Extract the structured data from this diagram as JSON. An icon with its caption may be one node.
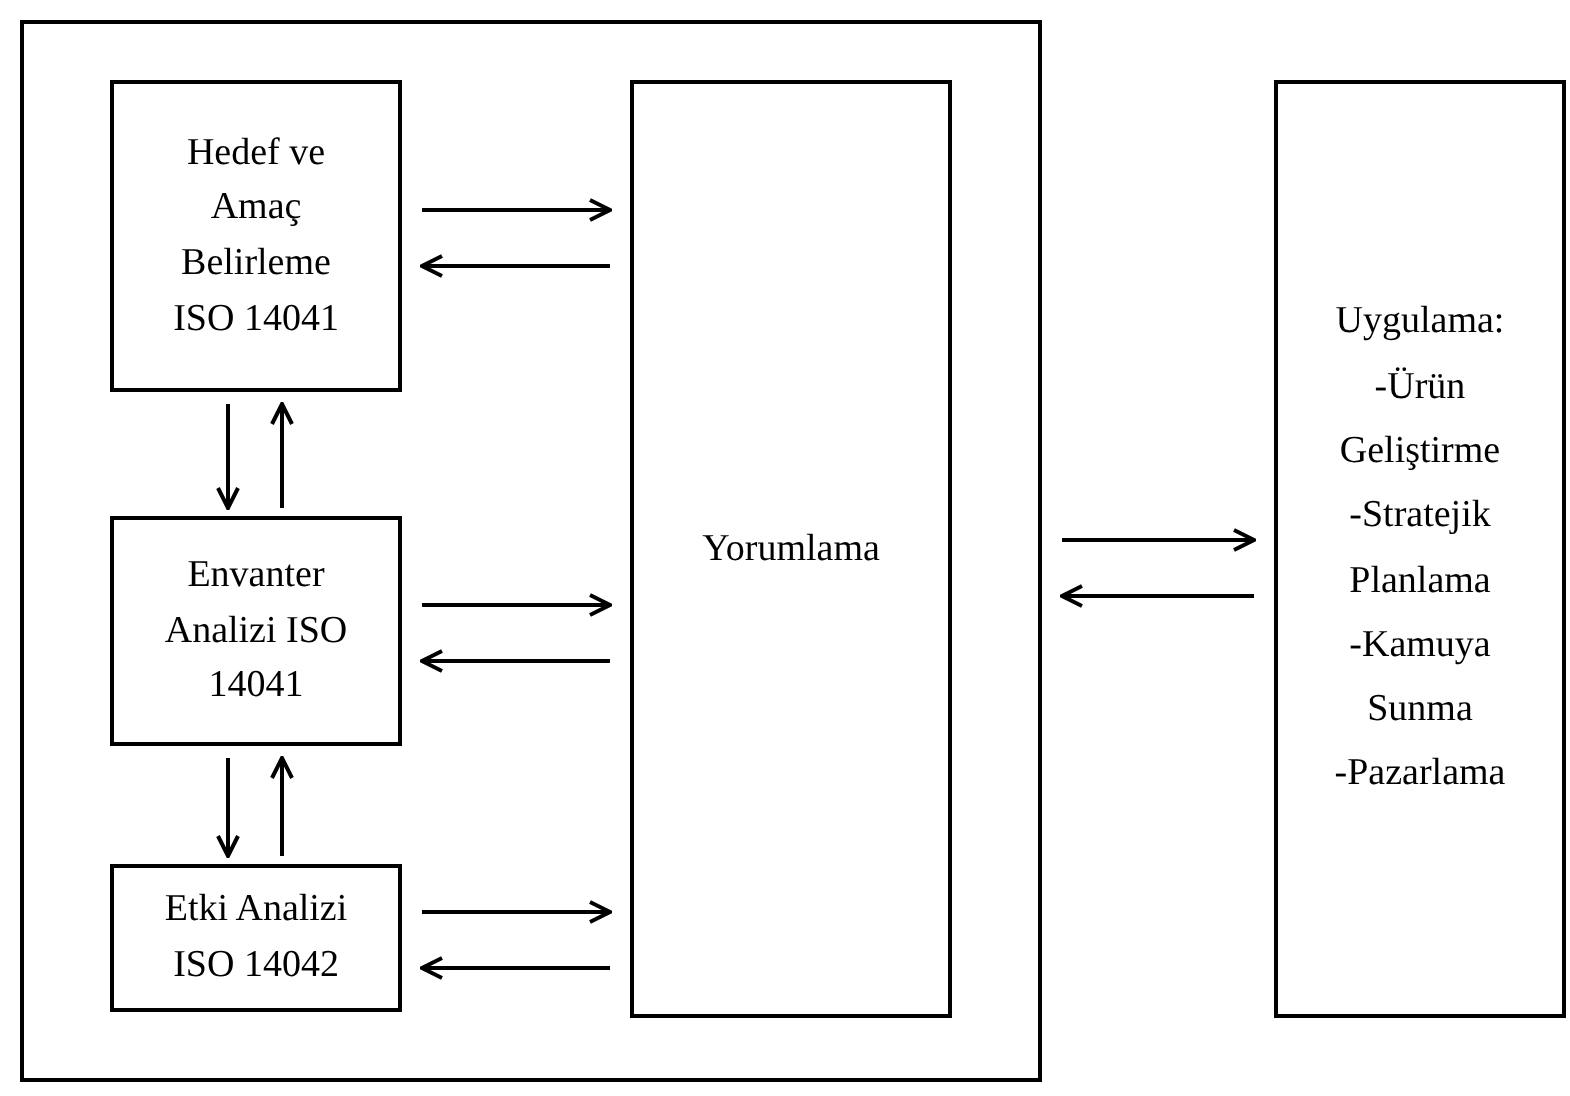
{
  "diagram": {
    "nodes": [
      {
        "text": [],
        "shape": "box"
      },
      {
        "text": [
          "Hedef ve Amaç Belirleme ISO 14041"
        ],
        "in": 0
      },
      {
        "text": [
          "Envanter Analizi ISO 14041"
        ],
        "in": 0
      },
      {
        "text": [
          "Etki Analizi ISO 14042"
        ],
        "in": 0
      },
      {
        "text": [
          "Yorumlama"
        ],
        "in": 0
      },
      {
        "text": [
          "Uygulama: -Ürün Geliştirme -Stratejik Planlama -Kamuya Sunma -Pazarlama"
        ]
      }
    ],
    "edges": [
      {
        "from": 1,
        "to": 4,
        "arrow": "to"
      },
      {
        "from": 4,
        "to": 1,
        "arrow": "to"
      },
      {
        "from": 1,
        "to": 2,
        "arrow": "to"
      },
      {
        "from": 2,
        "to": 1,
        "arrow": "to"
      },
      {
        "from": 2,
        "to": 4,
        "arrow": "to"
      },
      {
        "from": 4,
        "to": 2,
        "arrow": "to"
      },
      {
        "from": 2,
        "to": 3,
        "arrow": "to"
      },
      {
        "from": 3,
        "to": 2,
        "arrow": "to"
      },
      {
        "from": 3,
        "to": 4,
        "arrow": "to"
      },
      {
        "from": 4,
        "to": 3,
        "arrow": "to"
      },
      {
        "from": 0,
        "to": 5,
        "arrow": "to"
      },
      {
        "from": 5,
        "to": 0,
        "arrow": "to"
      }
    ]
  }
}
